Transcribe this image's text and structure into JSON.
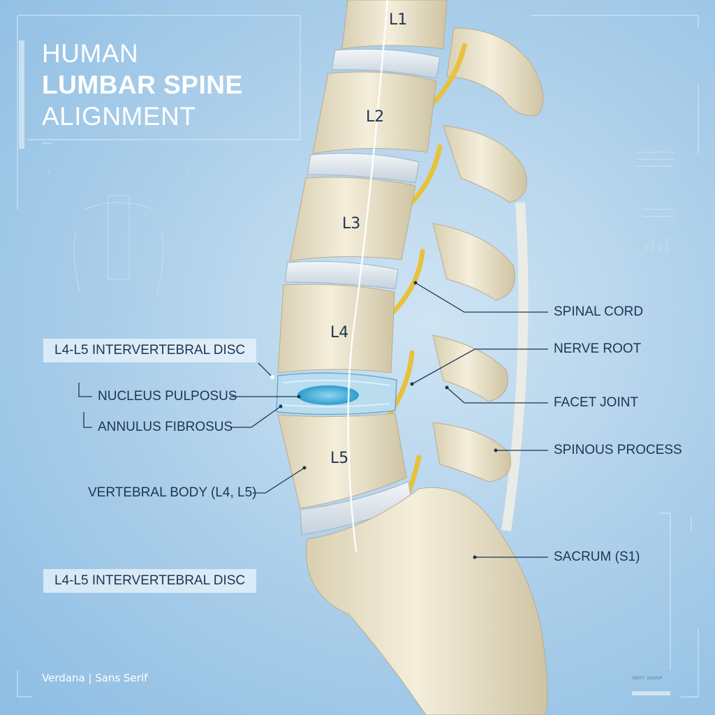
{
  "title": {
    "line1": "HUMAN",
    "line2": "LUMBAR SPINE",
    "line3": "ALIGNMENT"
  },
  "vertebrae": {
    "l1": "L1",
    "l2": "L2",
    "l3": "L3",
    "l4": "L4",
    "l5": "L5"
  },
  "callouts": {
    "disc_box_top": "L4-L5 INTERVERTEBRAL DISC",
    "nucleus": "NUCLEUS PULPOSUS",
    "annulus": "ANNULUS FIBROSUS",
    "vertebral_body": "VERTEBRAL BODY (L4, L5)",
    "disc_box_bottom": "L4-L5 INTERVERTEBRAL DISC",
    "spinal_cord": "SPINAL CORD",
    "nerve_root": "NERVE ROOT",
    "facet_joint": "FACET JOINT",
    "spinous_process": "SPINOUS PROCESS",
    "sacrum": "SACRUM (S1)"
  },
  "footer": {
    "font_note": "Verdana | Sans Serif",
    "micro_text": "SWIFT SASOSP"
  },
  "colors": {
    "background": "#a9cde9",
    "bone": "#efe8d2",
    "bone_shade": "#cdc3a3",
    "disc": "#dfe6ec",
    "nucleus": "#4fb6dc",
    "nerve": "#e7c23a",
    "label_text": "#1d3550",
    "title_text": "#ffffff"
  }
}
